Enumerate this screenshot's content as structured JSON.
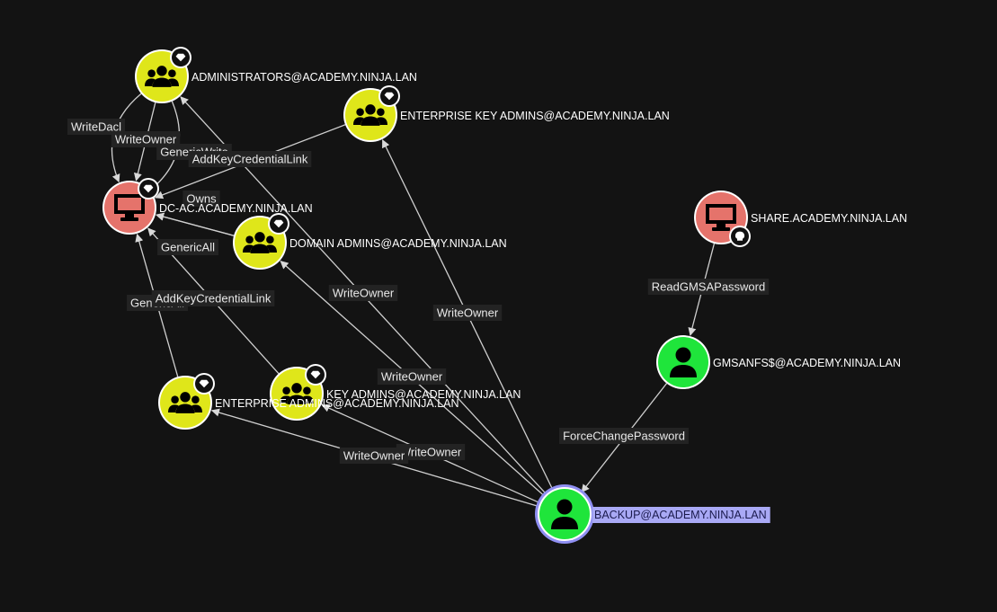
{
  "colors": {
    "group": "#dfe61a",
    "computer": "#e5736b",
    "user": "#1fe53b",
    "selected_ring": "#8f8ff2",
    "label_highlight": "#a9a9f5",
    "edge": "#cfcfcf",
    "background": "#131313"
  },
  "nodes": [
    {
      "id": "administrators",
      "type": "group",
      "label": "ADMINISTRATORS@ACADEMY.NINJA.LAN",
      "badge": "gem-icon"
    },
    {
      "id": "enterprise_key_admins",
      "type": "group",
      "label": "ENTERPRISE KEY ADMINS@ACADEMY.NINJA.LAN",
      "badge": "gem-icon"
    },
    {
      "id": "dc_ac",
      "type": "computer",
      "label": "DC-AC.ACADEMY.NINJA.LAN",
      "badge": "gem-icon"
    },
    {
      "id": "domain_admins",
      "type": "group",
      "label": "DOMAIN ADMINS@ACADEMY.NINJA.LAN",
      "badge": "gem-icon"
    },
    {
      "id": "key_admins",
      "type": "group",
      "label": "KEY ADMINS@ACADEMY.NINJA.LAN",
      "badge": "gem-icon"
    },
    {
      "id": "enterprise_admins",
      "type": "group",
      "label": "ENTERPRISE ADMINS@ACADEMY.NINJA.LAN",
      "badge": "gem-icon"
    },
    {
      "id": "share",
      "type": "computer",
      "label": "SHARE.ACADEMY.NINJA.LAN",
      "badge": "skull-icon"
    },
    {
      "id": "gmsanfs",
      "type": "user",
      "label": "GMSANFS$@ACADEMY.NINJA.LAN",
      "badge": ""
    },
    {
      "id": "backup",
      "type": "user",
      "label": "BACKUP@ACADEMY.NINJA.LAN",
      "badge": "",
      "selected": true
    }
  ],
  "edges": [
    {
      "from": "administrators",
      "to": "dc_ac",
      "label": "WriteDacl"
    },
    {
      "from": "administrators",
      "to": "dc_ac",
      "label": "WriteOwner"
    },
    {
      "from": "administrators",
      "to": "dc_ac",
      "label": "GenericWrite"
    },
    {
      "from": "enterprise_key_admins",
      "to": "dc_ac",
      "label": "AddKeyCredentialLink"
    },
    {
      "from": "domain_admins",
      "to": "dc_ac",
      "label": "Owns"
    },
    {
      "from": "domain_admins",
      "to": "dc_ac",
      "label": "GenericAll"
    },
    {
      "from": "enterprise_admins",
      "to": "dc_ac",
      "label": "GenericAll"
    },
    {
      "from": "key_admins",
      "to": "dc_ac",
      "label": "AddKeyCredentialLink"
    },
    {
      "from": "backup",
      "to": "administrators",
      "label": "WriteOwner"
    },
    {
      "from": "backup",
      "to": "domain_admins",
      "label": "WriteOwner"
    },
    {
      "from": "backup",
      "to": "enterprise_key_admins",
      "label": "WriteOwner"
    },
    {
      "from": "backup",
      "to": "key_admins",
      "label": "WriteOwner"
    },
    {
      "from": "backup",
      "to": "enterprise_admins",
      "label": "WriteOwner"
    },
    {
      "from": "share",
      "to": "gmsanfs",
      "label": "ReadGMSAPassword"
    },
    {
      "from": "gmsanfs",
      "to": "backup",
      "label": "ForceChangePassword"
    }
  ]
}
